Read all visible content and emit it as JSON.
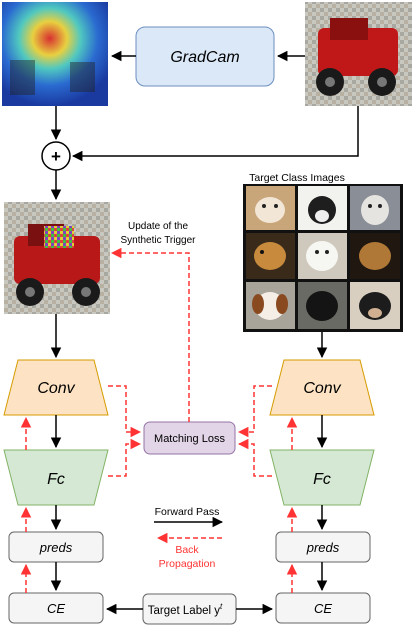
{
  "gradcam": {
    "label": "GradCam"
  },
  "adder": {
    "symbol": "+"
  },
  "update_label": {
    "line1": "Update of the",
    "line2": "Synthetic Trigger"
  },
  "target_images": {
    "title": "Target Class Images"
  },
  "left_branch": {
    "conv": "Conv",
    "fc": "Fc",
    "preds": "preds",
    "ce": "CE"
  },
  "right_branch": {
    "conv": "Conv",
    "fc": "Fc",
    "preds": "preds",
    "ce": "CE"
  },
  "matching_loss": {
    "label": "Matching Loss"
  },
  "legend": {
    "forward": "Forward Pass",
    "back_line1": "Back",
    "back_line2": "Propagation"
  },
  "target_label": {
    "text": "Target Label y",
    "sup": "t"
  },
  "colors": {
    "gradcam_fill": "#dbe8f8",
    "gradcam_stroke": "#6c8ebf",
    "conv_fill": "#fde3c3",
    "conv_stroke": "#d79b00",
    "fc_fill": "#d5e8d4",
    "fc_stroke": "#82b366",
    "loss_fill": "#e1d5e7",
    "loss_stroke": "#9673a6",
    "box_fill": "#f5f5f5",
    "box_stroke": "#666666",
    "back_arrow": "#ff3333"
  }
}
